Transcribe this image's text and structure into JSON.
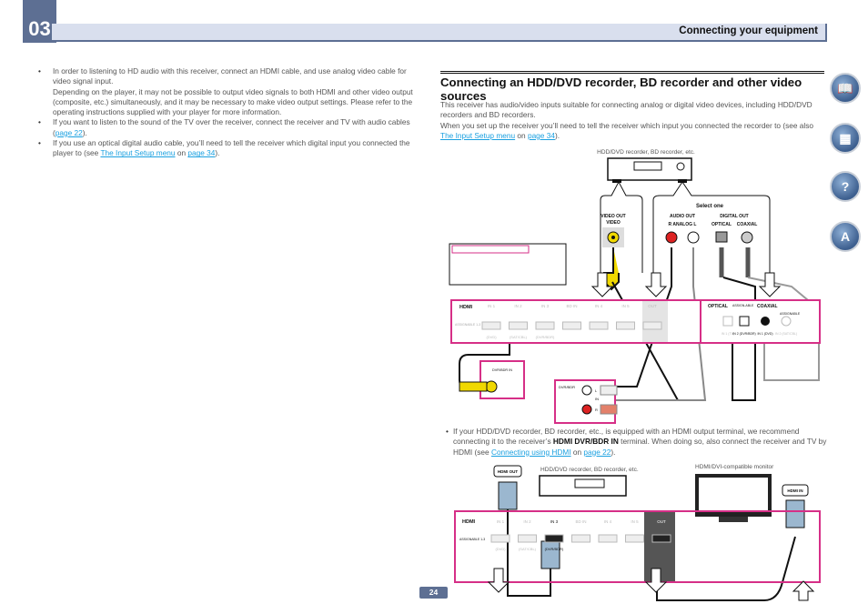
{
  "header": {
    "chapter": "03",
    "section_title": "Connecting your equipment"
  },
  "left_bullets": [
    {
      "text": "In order to listening to HD audio with this receiver, connect an HDMI cable, and use analog video cable for video signal input.",
      "extra": "Depending on the player, it may not be possible to output video signals to both HDMI and other video output (composite, etc.) simultaneously, and it may be necessary to make video output settings. Please refer to the operating instructions supplied with your player for more information."
    },
    {
      "text_before": "If you want to listen to the sound of the TV over the receiver, connect the receiver and TV with audio cables (",
      "link": "page 22",
      "text_after": ")."
    },
    {
      "text_before": "If you use an optical digital audio cable, you’ll need to tell the receiver which digital input you connected the player to (see ",
      "link1": "The Input Setup menu",
      "mid": " on ",
      "link2": "page 34",
      "text_after": ")."
    }
  ],
  "section": {
    "heading": "Connecting an HDD/DVD recorder, BD recorder and other video sources",
    "para1": "This receiver has audio/video inputs suitable for connecting analog or digital video devices, including HDD/DVD recorders and BD recorders.",
    "para2_before": "When you set up the receiver you’ll need to tell the receiver which input you connected the recorder to (see also ",
    "para2_link1": "The Input Setup menu",
    "para2_mid": " on ",
    "para2_link2": "page 34",
    "para2_after": ")."
  },
  "diagram1": {
    "device_label": "HDD/DVD recorder, BD recorder, etc.",
    "video_out": "VIDEO OUT",
    "video": "VIDEO",
    "select_one": "Select one",
    "audio_out": "AUDIO OUT",
    "analog": "R  ANALOG  L",
    "digital_out": "DIGITAL OUT",
    "optical": "OPTICAL",
    "coaxial": "COAXIAL",
    "hdmi": "HDMI",
    "hdmi_inputs": [
      "IN 1",
      "IN 2",
      "IN 3",
      "BD IN",
      "IN 4",
      "IN 5",
      "OUT"
    ],
    "hdmi_sub": [
      "(DVD)",
      "(SAT/CBL)",
      "(DVR/BDR)"
    ],
    "assignable": "ASSIGNABLE 1-3",
    "optical_panel": "OPTICAL",
    "assignable_short": "ASSIGN-ABLE",
    "coaxial_panel": "COAXIAL",
    "assignable2": "ASSIGNABLE",
    "digital_inputs": [
      "IN 1 (TV)",
      "IN 2 (DVR/BDR)",
      "IN 1 (DVD)",
      "IN 2 (SAT/CBL)"
    ],
    "dvr_video_in": "DVR/BDR IN",
    "dvr_audio": "DVR/BDR",
    "in": "IN",
    "l": "L",
    "r": "R"
  },
  "bullet2": {
    "before": "If your HDD/DVD recorder, BD recorder, etc., is equipped with an HDMI output terminal, we recommend connecting it to the receiver’s ",
    "bold": "HDMI DVR/BDR IN",
    "after": " terminal. When doing so, also connect the receiver and TV by HDMI (see ",
    "link1": "Connecting using HDMI",
    "mid": " on ",
    "link2": "page 22",
    "end": ")."
  },
  "diagram2": {
    "hdmi_out": "HDMI OUT",
    "device_label": "HDD/DVD recorder, BD recorder, etc.",
    "monitor_label": "HDMI/DVI-compatible monitor",
    "hdmi_in": "HDMI IN",
    "hdmi": "HDMI",
    "inputs": [
      "IN 1",
      "IN 2",
      "IN 3",
      "BD IN",
      "IN 4",
      "IN 5",
      "OUT"
    ],
    "sub": [
      "(DVD)",
      "(SAT/CBL)",
      "(DVR/BDR)"
    ],
    "assignable": "ASSIGNABLE 1-3"
  },
  "page_number": "24",
  "side_icons": [
    "manual-icon",
    "remote-receiver-icon",
    "troubleshooting-icon",
    "glossary-icon"
  ],
  "colors": {
    "accent": "#5d6f93",
    "panel": "#d62f87",
    "link": "#1aa0e0"
  }
}
